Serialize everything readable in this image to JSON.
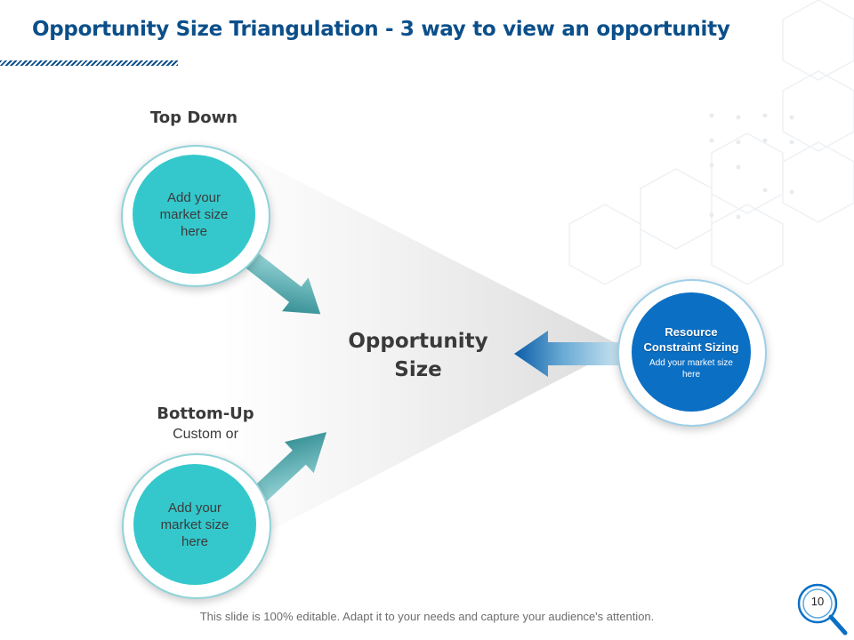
{
  "title": "Opportunity Size Triangulation - 3 way to view an opportunity",
  "top_down": {
    "heading": "Top Down",
    "text": "Add your market size here"
  },
  "bottom_up": {
    "heading": "Bottom-Up",
    "subheading": "Custom or",
    "text": "Add your market size here"
  },
  "resource": {
    "title": "Resource Constraint Sizing",
    "text": "Add your market size here"
  },
  "center": {
    "label": "Opportunity Size"
  },
  "footer": "This slide is 100% editable. Adapt it to your needs and capture your audience's attention.",
  "page_number": "10",
  "icons": [
    "magnifier-icon",
    "hexagon-pattern"
  ],
  "colors": {
    "title": "#0b4f8a",
    "teal": "#34c8cc",
    "blue": "#0b6fc4",
    "arrow_teal": "#1e7f85",
    "arrow_blue": "#0b5da8"
  }
}
